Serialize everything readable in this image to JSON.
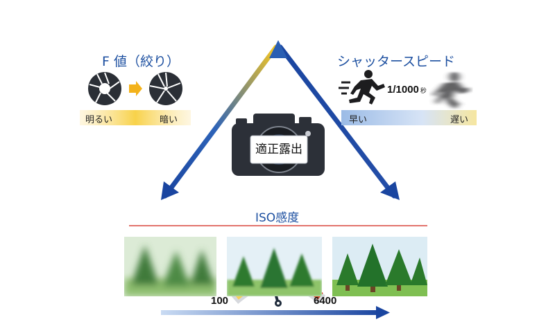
{
  "aperture": {
    "title": "F 値（絞り）",
    "bright_label": "明るい",
    "dark_label": "暗い"
  },
  "shutter": {
    "title": "シャッタースピード",
    "speed_label": "1/1000",
    "speed_unit": "秒",
    "fast_label": "早い",
    "slow_label": "遅い"
  },
  "center": {
    "label": "適正露出"
  },
  "iso": {
    "title": "ISO感度",
    "min_label": "100",
    "max_label": "6400",
    "gauge_fraction": 0.45
  },
  "colors": {
    "blue": "#1c4fa0",
    "yellow": "#f5c518",
    "red_line": "#d8443a",
    "gauge_start": "#f2c230",
    "gauge_end": "#d9462e"
  }
}
